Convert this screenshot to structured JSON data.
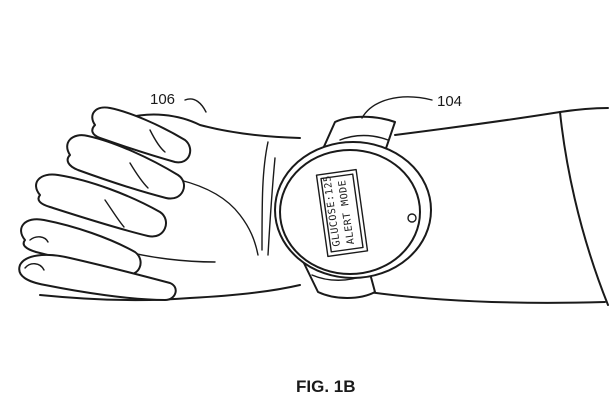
{
  "labels": {
    "wrist_ref": "106",
    "watch_ref": "104",
    "caption": "FIG. 1B"
  },
  "screen": {
    "line1": "GLUCOSE:125",
    "line2": "ALERT MODE"
  },
  "colors": {
    "ink": "#1a1a1a",
    "paper": "#ffffff"
  }
}
